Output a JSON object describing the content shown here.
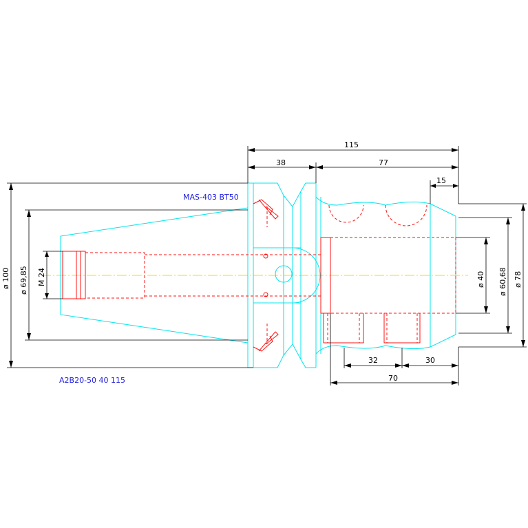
{
  "labels": {
    "part_name": "MAS-403 BT50",
    "part_code": "A2B20-50 40 115"
  },
  "dimensions": {
    "total_length": "115",
    "flange_length": "38",
    "body_length": "77",
    "nose_length": "15",
    "slot_span": "32",
    "end_span": "30",
    "bore_depth": "70",
    "flange_dia": "ø 100",
    "taper_dia": "ø 69,85",
    "thread": "M 24",
    "bore_dia": "ø 40",
    "body_dia": "ø 60,68",
    "outer_dia": "ø 78"
  },
  "colors": {
    "outline": "#00e5ee",
    "hidden": "#ff1010",
    "centerline": "#ffd700",
    "dimension": "#000000",
    "label": "#2020dd"
  }
}
